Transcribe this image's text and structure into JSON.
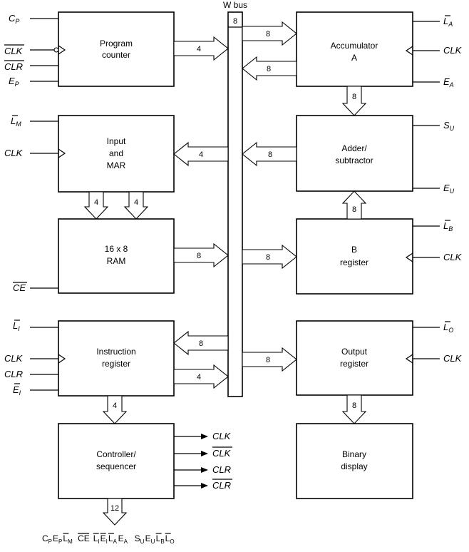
{
  "wbus": {
    "label": "W bus",
    "width": "8"
  },
  "blocks": {
    "program_counter": [
      "Program",
      "counter"
    ],
    "mar": [
      "Input",
      "and",
      "MAR"
    ],
    "ram": [
      "16 x 8",
      "RAM"
    ],
    "ir": [
      "Instruction",
      "register"
    ],
    "controller": [
      "Controller/",
      "sequencer"
    ],
    "acc": [
      "Accumulator",
      "A"
    ],
    "adder": [
      "Adder/",
      "subtractor"
    ],
    "breg": [
      "B",
      "register"
    ],
    "out": [
      "Output",
      "register"
    ],
    "display": [
      "Binary",
      "display"
    ]
  },
  "bus_widths": {
    "pc_to_bus": "4",
    "bus_to_acc": "8",
    "acc_to_bus": "8",
    "acc_to_adder": "8",
    "bus_to_mar": "4",
    "adder_to_bus": "8",
    "mar_to_ram_left": "4",
    "mar_to_ram_right": "4",
    "b_to_adder": "8",
    "ram_to_bus": "8",
    "bus_to_b": "8",
    "bus_to_ir": "8",
    "ir_to_bus": "4",
    "bus_to_out": "8",
    "ir_to_ctrl": "4",
    "out_to_display": "8",
    "ctrl_word": "12"
  },
  "signals": {
    "cp": {
      "main": "C",
      "sub": "P"
    },
    "clk_bar": {
      "main": "CLK",
      "sub": ""
    },
    "clr_bar": {
      "main": "CLR",
      "sub": ""
    },
    "ep": {
      "main": "E",
      "sub": "P"
    },
    "lm": {
      "main": "L",
      "sub": "M"
    },
    "clk_mar": {
      "main": "CLK",
      "sub": ""
    },
    "ce": {
      "main": "CE",
      "sub": ""
    },
    "li": {
      "main": "L",
      "sub": "I"
    },
    "clk_ir": {
      "main": "CLK",
      "sub": ""
    },
    "clr_ir": {
      "main": "CLR",
      "sub": ""
    },
    "ei": {
      "main": "E",
      "sub": "I"
    },
    "la": {
      "main": "L",
      "sub": "A"
    },
    "clk_acc": {
      "main": "CLK",
      "sub": ""
    },
    "ea": {
      "main": "E",
      "sub": "A"
    },
    "su": {
      "main": "S",
      "sub": "U"
    },
    "eu": {
      "main": "E",
      "sub": "U"
    },
    "lb": {
      "main": "L",
      "sub": "B"
    },
    "clk_b": {
      "main": "CLK",
      "sub": ""
    },
    "lo": {
      "main": "L",
      "sub": "O"
    },
    "clk_out": {
      "main": "CLK",
      "sub": ""
    }
  },
  "controller_outputs": [
    "CLK",
    "CLK",
    "CLR",
    "CLR"
  ],
  "control_word": [
    {
      "main": "C",
      "sub": "P",
      "bar": false
    },
    {
      "main": "E",
      "sub": "P",
      "bar": false
    },
    {
      "main": "L",
      "sub": "M",
      "bar": true
    },
    {
      "main": "CE",
      "sub": "",
      "bar": true
    },
    {
      "main": "L",
      "sub": "I",
      "bar": true
    },
    {
      "main": "E",
      "sub": "I",
      "bar": true
    },
    {
      "main": "L",
      "sub": "A",
      "bar": true
    },
    {
      "main": "E",
      "sub": "A",
      "bar": false
    },
    {
      "main": "S",
      "sub": "U",
      "bar": false
    },
    {
      "main": "E",
      "sub": "U",
      "bar": false
    },
    {
      "main": "L",
      "sub": "B",
      "bar": true
    },
    {
      "main": "L",
      "sub": "O",
      "bar": true
    }
  ]
}
